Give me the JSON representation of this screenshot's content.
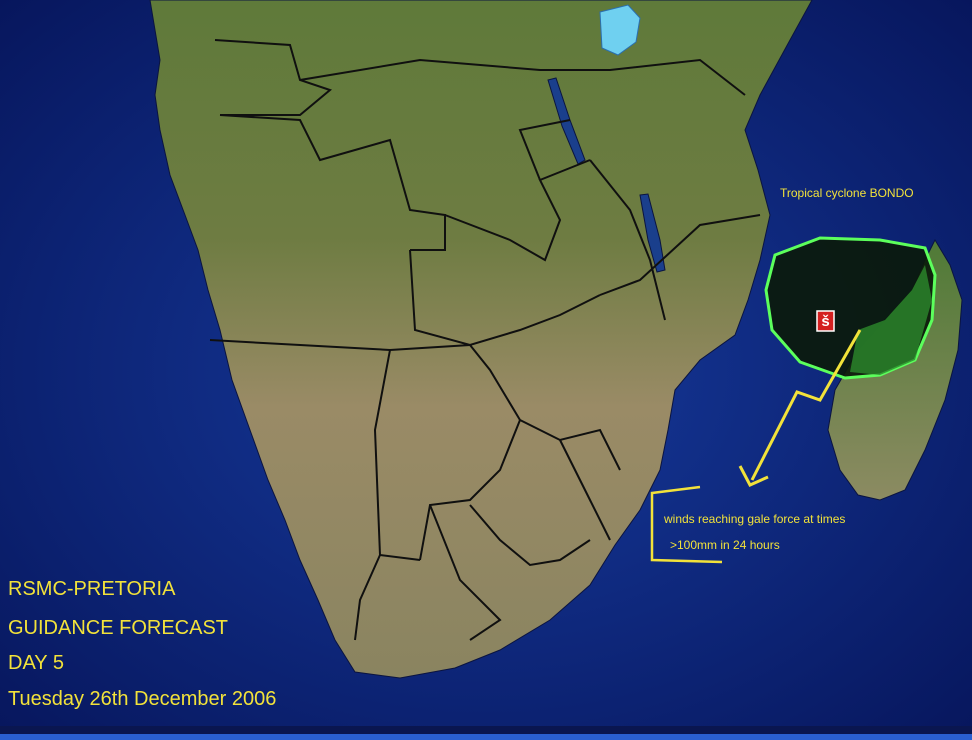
{
  "map": {
    "ocean_color": "#0b1f6e",
    "land_color": "#9c8f6a",
    "border_color": "#111111",
    "annotation_color": "#f2e23a",
    "cyclone_fill": "#0a1a0a",
    "cyclone_outline": "#5cff5c"
  },
  "cyclone": {
    "label": "Tropical cyclone BONDO",
    "symbol": "cyclone-icon"
  },
  "annotations": {
    "line1": "winds reaching gale force at times",
    "line2": ">100mm in 24 hours"
  },
  "title_block": {
    "line1": "RSMC-PRETORIA",
    "line2": "GUIDANCE FORECAST",
    "line3": "DAY 5",
    "date": "Tuesday 26th December 2006"
  }
}
